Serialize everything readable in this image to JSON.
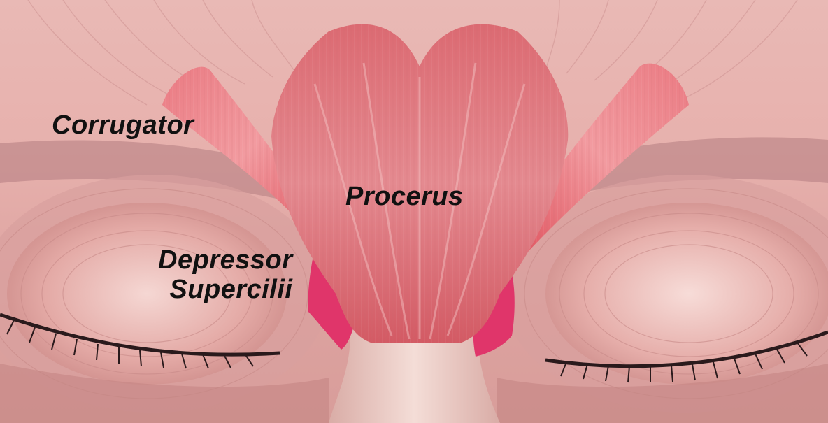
{
  "labels": {
    "corrugator": "Corrugator",
    "procerus": "Procerus",
    "depressor_line1": "Depressor",
    "depressor_line2": "Supercilii"
  },
  "colors": {
    "skin": "#e6b4b0",
    "skin_dark": "#b97474",
    "muscle_procerus": "#d9686e",
    "muscle_corrugator": "#e8707a",
    "muscle_depressor": "#e0356a",
    "nose": "#f0d6cf",
    "eyelash": "#2a1a1c",
    "label_text": "#111111"
  }
}
